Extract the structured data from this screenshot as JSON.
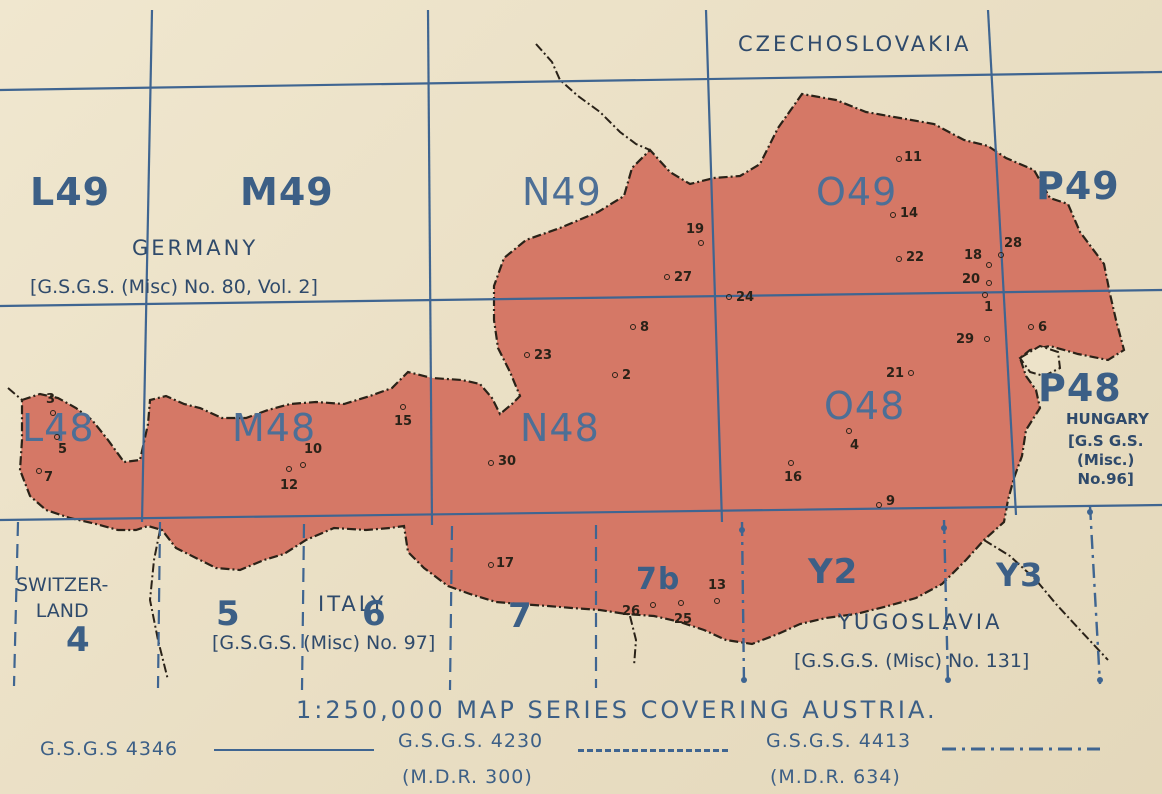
{
  "title": "1:250,000 MAP SERIES COVERING AUSTRIA.",
  "countries": {
    "czechoslovakia": "CZECHOSLOVAKIA",
    "germany": "GERMANY",
    "germany_series": "[G.S.G.S. (Misc) No. 80, Vol. 2]",
    "switzerland": "SWITZER-\nLAND",
    "italy": "ITALY",
    "italy_series": "[G.S.G.S. (Misc) No. 97]",
    "yugoslavia": "YUGOSLAVIA",
    "yugoslavia_series": "[G.S.G.S. (Misc) No. 131]",
    "hungary": "HUNGARY",
    "hungary_series": "[G.S G.S.\n(Misc.)\nNo.96]"
  },
  "sheets": {
    "L49": "L49",
    "M49": "M49",
    "N49": "N49",
    "O49": "O49",
    "P49": "P49",
    "L48": "L48",
    "M48": "M48",
    "N48": "N48",
    "O48": "O48",
    "P48": "P48",
    "s4": "4",
    "s5": "5",
    "s6": "6",
    "s7": "7",
    "s7b": "7b",
    "Y2": "Y2",
    "Y3": "Y3"
  },
  "points": [
    {
      "id": "3",
      "label": "3"
    },
    {
      "id": "5",
      "label": "5"
    },
    {
      "id": "7",
      "label": "7"
    },
    {
      "id": "10",
      "label": "10"
    },
    {
      "id": "12",
      "label": "12"
    },
    {
      "id": "15",
      "label": "15"
    },
    {
      "id": "30",
      "label": "30"
    },
    {
      "id": "17",
      "label": "17"
    },
    {
      "id": "23",
      "label": "23"
    },
    {
      "id": "2",
      "label": "2"
    },
    {
      "id": "8",
      "label": "8"
    },
    {
      "id": "27",
      "label": "27"
    },
    {
      "id": "19",
      "label": "19"
    },
    {
      "id": "24",
      "label": "24"
    },
    {
      "id": "11",
      "label": "11"
    },
    {
      "id": "14",
      "label": "14"
    },
    {
      "id": "22",
      "label": "22"
    },
    {
      "id": "18",
      "label": "18"
    },
    {
      "id": "28",
      "label": "28"
    },
    {
      "id": "20",
      "label": "20"
    },
    {
      "id": "1",
      "label": "1"
    },
    {
      "id": "6",
      "label": "6"
    },
    {
      "id": "29",
      "label": "29"
    },
    {
      "id": "21",
      "label": "21"
    },
    {
      "id": "4",
      "label": "4"
    },
    {
      "id": "16",
      "label": "16"
    },
    {
      "id": "9",
      "label": "9"
    },
    {
      "id": "13",
      "label": "13"
    },
    {
      "id": "26",
      "label": "26"
    },
    {
      "id": "25",
      "label": "25"
    }
  ],
  "legend": {
    "gsgs4346": "G.S.G.S 4346",
    "gsgs4230": "G.S.G.S. 4230",
    "mdr300": "(M.D.R. 300)",
    "gsgs4413": "G.S.G.S. 4413",
    "mdr634": "(M.D.R. 634)"
  },
  "colors": {
    "austria_fill": "#d57866",
    "grid_line": "#3f6591",
    "border": "#2a2218",
    "label": "#3c5f86",
    "paper": "#ede3c9"
  }
}
